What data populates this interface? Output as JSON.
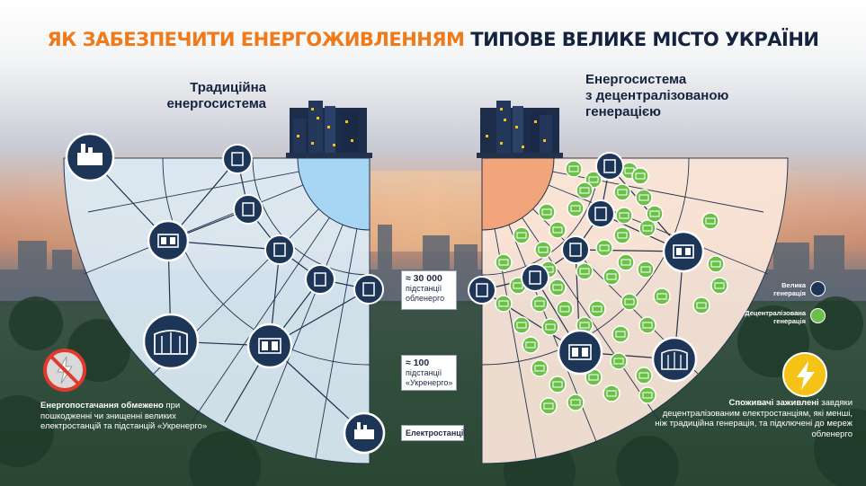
{
  "title": {
    "part1": "ЯК ЗАБЕЗПЕЧИТИ ЕНЕРГОЖИВЛЕННЯМ",
    "part2": "ТИПОВЕ ВЕЛИКЕ МІСТО УКРАЇНИ"
  },
  "colors": {
    "accent_orange": "#f07a1a",
    "navy": "#1d3557",
    "green": "#6cc04a",
    "yellow": "#f5c216",
    "red": "#e03a2f"
  },
  "left_system": {
    "heading_line1": "Традиційна",
    "heading_line2": "енергосистема",
    "note_bold": "Енергопостачання обмежено",
    "note_text": "при пошкодженні чи знищенні великих електростанцій та підстанцій «Укренерго»",
    "icon": "power-off-prohibited-icon"
  },
  "right_system": {
    "heading_line1": "Енергосистема",
    "heading_line2": "з децентралізованою",
    "heading_line3": "генерацією",
    "note_bold": "Споживачі заживлені",
    "note_text": "завдяки децентралізованим електростанціям, які менші, ніж традиційна генерація, та підключені до мереж обленерго",
    "icon": "lightning-icon"
  },
  "labels": {
    "substations_oblenergo": {
      "value": "≈ 30 000",
      "line1": "підстанції",
      "line2": "обленерго"
    },
    "substations_ukrenergo": {
      "value": "≈ 100",
      "line1": "підстанції",
      "line2": "«Укренерго»"
    },
    "power_plants": "Електростанції"
  },
  "legend": {
    "large": "Велика генерація",
    "decentralized": "Децентралізована генерація"
  }
}
